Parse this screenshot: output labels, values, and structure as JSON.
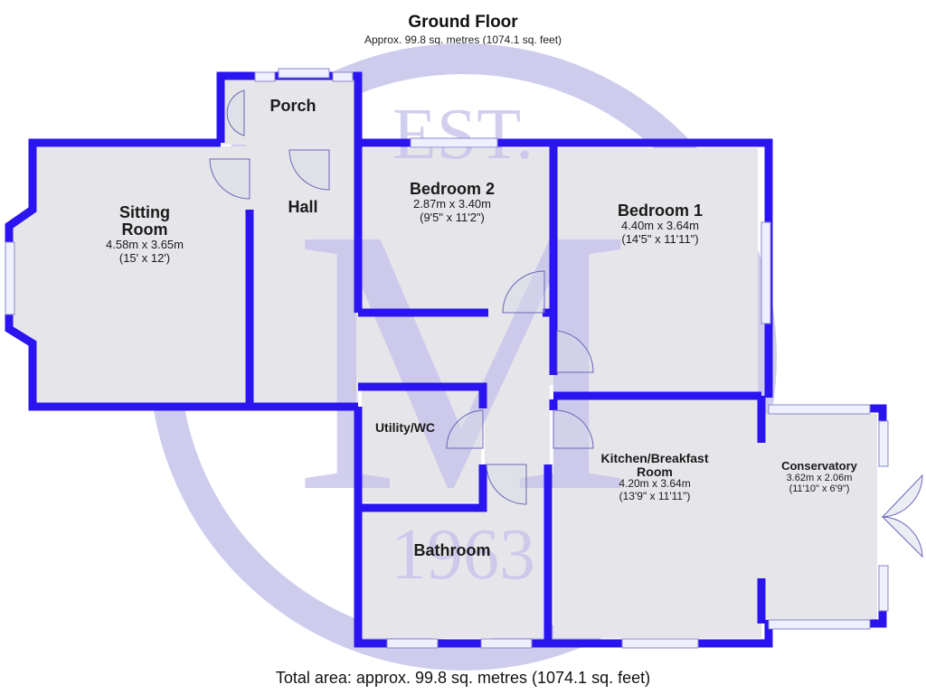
{
  "header": {
    "title": "Ground Floor",
    "subtitle": "Approx. 99.8 sq. metres (1074.1 sq. feet)"
  },
  "footer": {
    "total_area": "Total area: approx. 99.8 sq. metres (1074.1 sq. feet)"
  },
  "watermark": {
    "top_text": "EST.",
    "letter": "M",
    "year": "1963"
  },
  "colors": {
    "wall": "#2a14f0",
    "floor": "#e4e4e8",
    "watermark": "#c6c3ea",
    "window": "#eef0ff"
  },
  "rooms": {
    "sitting_room": {
      "name_line1": "Sitting",
      "name_line2": "Room",
      "metric": "4.58m x 3.65m",
      "imperial": "(15' x 12')"
    },
    "porch": {
      "name": "Porch"
    },
    "hall": {
      "name": "Hall"
    },
    "bedroom2": {
      "name": "Bedroom 2",
      "metric": "2.87m x 3.40m",
      "imperial": "(9'5\" x 11'2\")"
    },
    "bedroom1": {
      "name": "Bedroom 1",
      "metric": "4.40m x 3.64m",
      "imperial": "(14'5\" x 11'11\")"
    },
    "utility": {
      "name": "Utility/WC"
    },
    "bathroom": {
      "name": "Bathroom"
    },
    "kitchen": {
      "name_line1": "Kitchen/Breakfast",
      "name_line2": "Room",
      "metric": "4.20m x 3.64m",
      "imperial": "(13'9\" x 11'11\")"
    },
    "conservatory": {
      "name": "Conservatory",
      "metric": "3.62m x 2.06m",
      "imperial": "(11'10\" x 6'9\")"
    }
  }
}
